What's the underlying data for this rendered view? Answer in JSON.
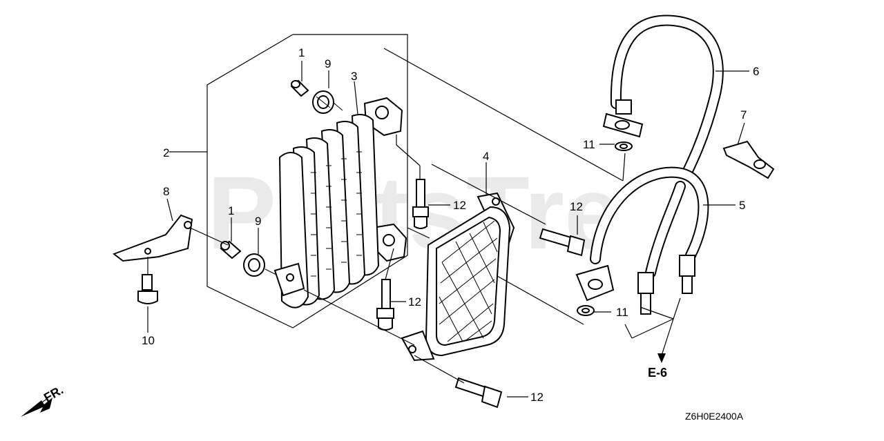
{
  "watermark": "PartsTree",
  "callouts": [
    {
      "id": "c1a",
      "text": "1"
    },
    {
      "id": "c9a",
      "text": "9"
    },
    {
      "id": "c3",
      "text": "3"
    },
    {
      "id": "c2",
      "text": "2"
    },
    {
      "id": "c8",
      "text": "8"
    },
    {
      "id": "c1b",
      "text": "1"
    },
    {
      "id": "c9b",
      "text": "9"
    },
    {
      "id": "c10",
      "text": "10"
    },
    {
      "id": "c12a",
      "text": "12"
    },
    {
      "id": "c12b",
      "text": "12"
    },
    {
      "id": "c4",
      "text": "4"
    },
    {
      "id": "c12c",
      "text": "12"
    },
    {
      "id": "c12d",
      "text": "12"
    },
    {
      "id": "c6",
      "text": "6"
    },
    {
      "id": "c7",
      "text": "7"
    },
    {
      "id": "c11a",
      "text": "11"
    },
    {
      "id": "c5",
      "text": "5"
    },
    {
      "id": "c11b",
      "text": "11"
    }
  ],
  "reference": "E-6",
  "front_marker": "FR.",
  "diagram_code": "Z6H0E2400A"
}
